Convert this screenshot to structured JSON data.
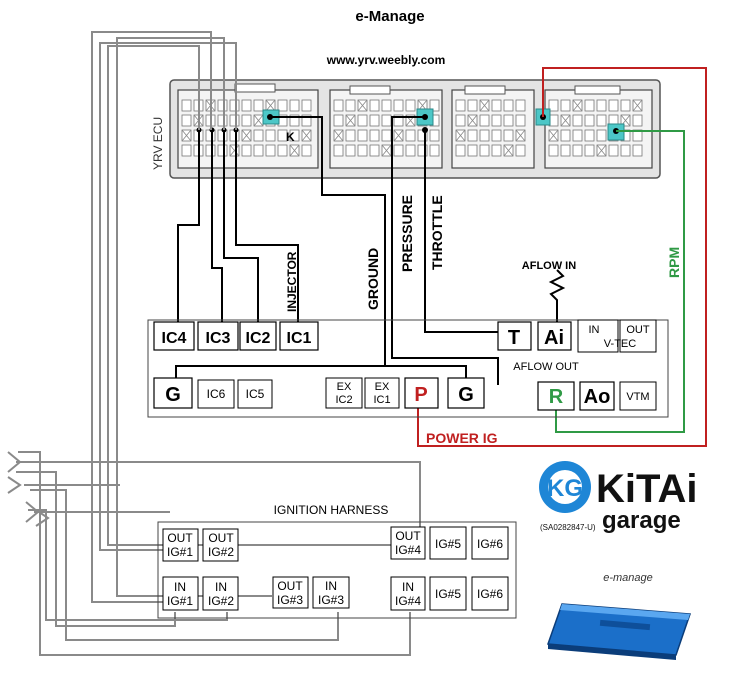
{
  "title": "e-Manage",
  "website": "www.yrv.weebly.com",
  "ecu": {
    "label": "YRV ECU",
    "pin_k": "K"
  },
  "wire_labels": {
    "injector": "INJECTOR",
    "ground": "GROUND",
    "pressure": "PRESSURE",
    "throttle": "THROTTLE",
    "aflow_in": "AFLOW IN",
    "aflow_out": "AFLOW OUT",
    "rpm": "RPM",
    "power_ig": "POWER IG"
  },
  "emanage": {
    "ic4": "IC4",
    "ic3": "IC3",
    "ic2": "IC2",
    "ic1": "IC1",
    "t": "T",
    "ai": "Ai",
    "vtec_in": "IN",
    "vtec_out": "OUT",
    "vtec": "V-TEC",
    "g_left": "G",
    "ic6": "IC6",
    "ic5": "IC5",
    "ex_ic2_a": "EX",
    "ex_ic2_b": "IC2",
    "ex_ic1_a": "EX",
    "ex_ic1_b": "IC1",
    "p": "P",
    "g_right": "G",
    "r": "R",
    "ao": "Ao",
    "vtm": "VTM"
  },
  "ignition": {
    "title": "IGNITION HARNESS",
    "out": "OUT",
    "in": "IN",
    "ig1": "IG#1",
    "ig2": "IG#2",
    "ig3": "IG#3",
    "ig4": "IG#4",
    "ig5": "IG#5",
    "ig6": "IG#6"
  },
  "logo": {
    "kitai": "KiTAi",
    "garage": "garage",
    "code": "(SA0282847-U)",
    "product_caption": "e-manage"
  },
  "colors": {
    "red_wire": "#c02020",
    "green_wire": "#2f9a45",
    "gray_wire": "#8a8a8a",
    "logo_blue": "#1e86d6",
    "device_blue": "#1b6fc9"
  }
}
